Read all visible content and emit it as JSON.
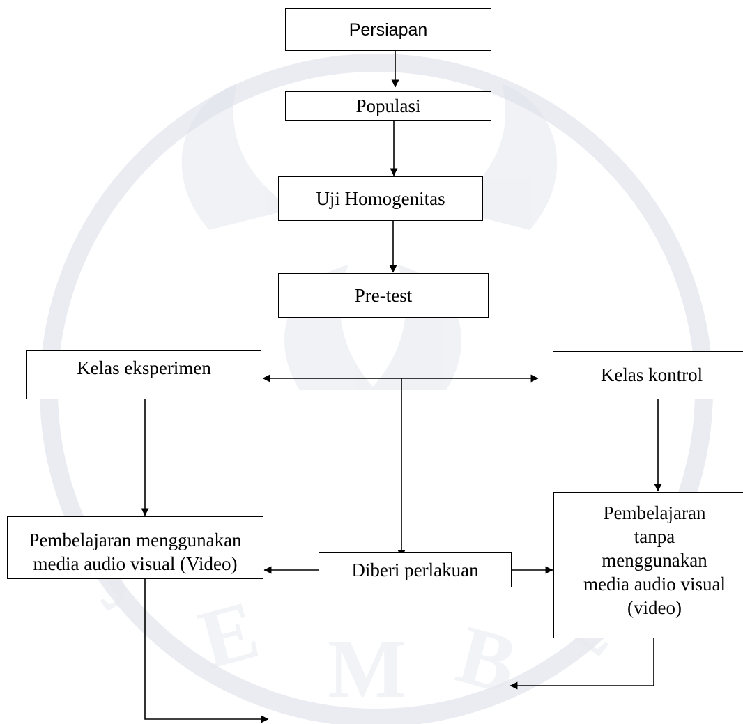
{
  "diagram": {
    "nodes": {
      "persiapan": "Persiapan",
      "populasi": "Populasi",
      "uji_homogenitas": "Uji Homogenitas",
      "pre_test": "Pre-test",
      "kelas_eksperimen": "Kelas eksperimen",
      "kelas_kontrol": "Kelas kontrol",
      "pembelajaran_eksperimen": "Pembelajaran menggunakan media audio visual (Video)",
      "diberi_perlakuan": "Diberi perlakuan",
      "pembelajaran_kontrol": "Pembelajaran tanpa menggunakan media audio visual (video)"
    }
  },
  "colors": {
    "stroke": "#000000",
    "watermark": "#d8dde6"
  }
}
